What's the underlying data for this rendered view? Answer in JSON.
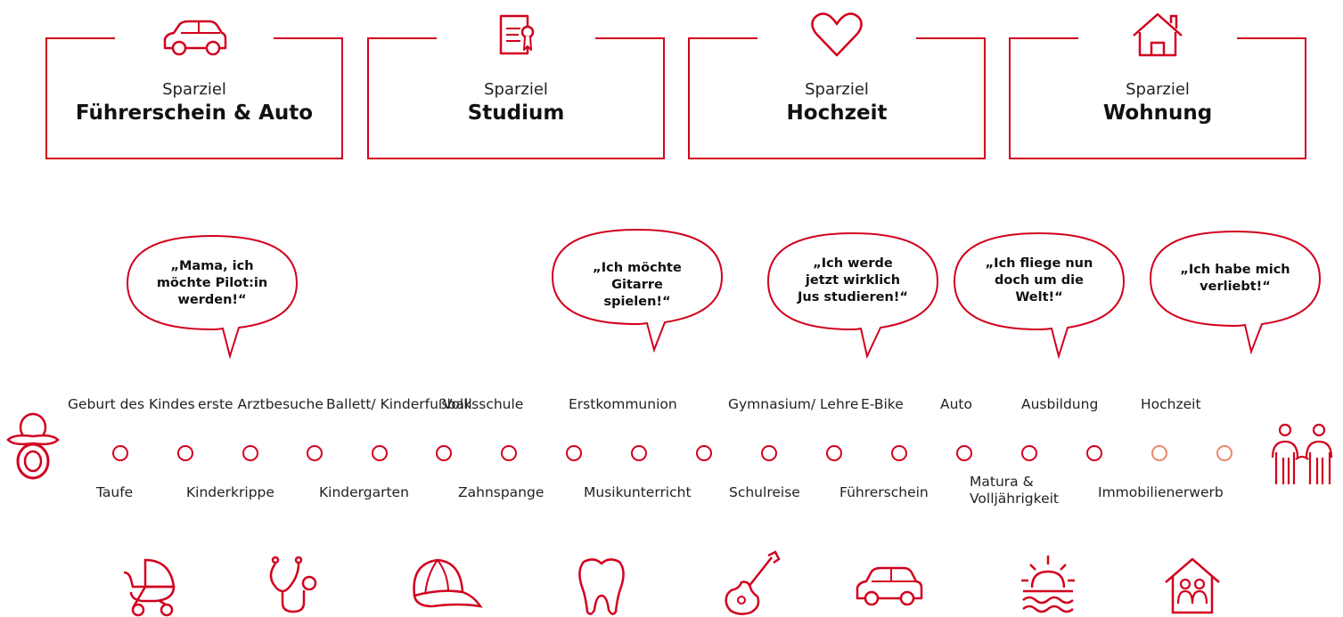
{
  "goals": [
    {
      "label": "Sparziel",
      "title": "Führerschein & Auto",
      "icon": "car-icon"
    },
    {
      "label": "Sparziel",
      "title": "Studium",
      "icon": "diploma-icon"
    },
    {
      "label": "Sparziel",
      "title": "Hochzeit",
      "icon": "heart-icon"
    },
    {
      "label": "Sparziel",
      "title": "Wohnung",
      "icon": "house-icon"
    }
  ],
  "bubbles": [
    "„Mama, ich möchte Pilot:in werden!“",
    "„Ich möchte Gitarre spielen!“",
    "„Ich werde jetzt wirklich Jus studieren!“",
    "„Ich fliege nun doch um die Welt!“",
    "„Ich habe mich verliebt!“"
  ],
  "timeline": {
    "start_icon": "pacifier-icon",
    "end_icon": "grandparents-icon",
    "top_labels": [
      "Geburt des Kindes",
      "erste Arztbesuche",
      "Ballett/ Kinderfußball",
      "Volksschule",
      "Erstkommunion",
      "Gymnasium/ Lehre",
      "E-Bike",
      "Auto",
      "Ausbildung",
      "Hochzeit"
    ],
    "bottom_labels": [
      "Taufe",
      "Kinderkrippe",
      "Kindergarten",
      "Zahnspange",
      "Musikunterricht",
      "Schulreise",
      "Führerschein",
      "Matura & Volljährigkeit",
      "Immobilienerwerb"
    ]
  },
  "bottom_icons": [
    "stroller-icon",
    "stethoscope-icon",
    "cap-icon",
    "tooth-icon",
    "guitar-icon",
    "car-icon",
    "sunset-icon",
    "family-house-icon"
  ],
  "colors": {
    "accent": "#d2001e",
    "light_accent": "#e8866b"
  }
}
